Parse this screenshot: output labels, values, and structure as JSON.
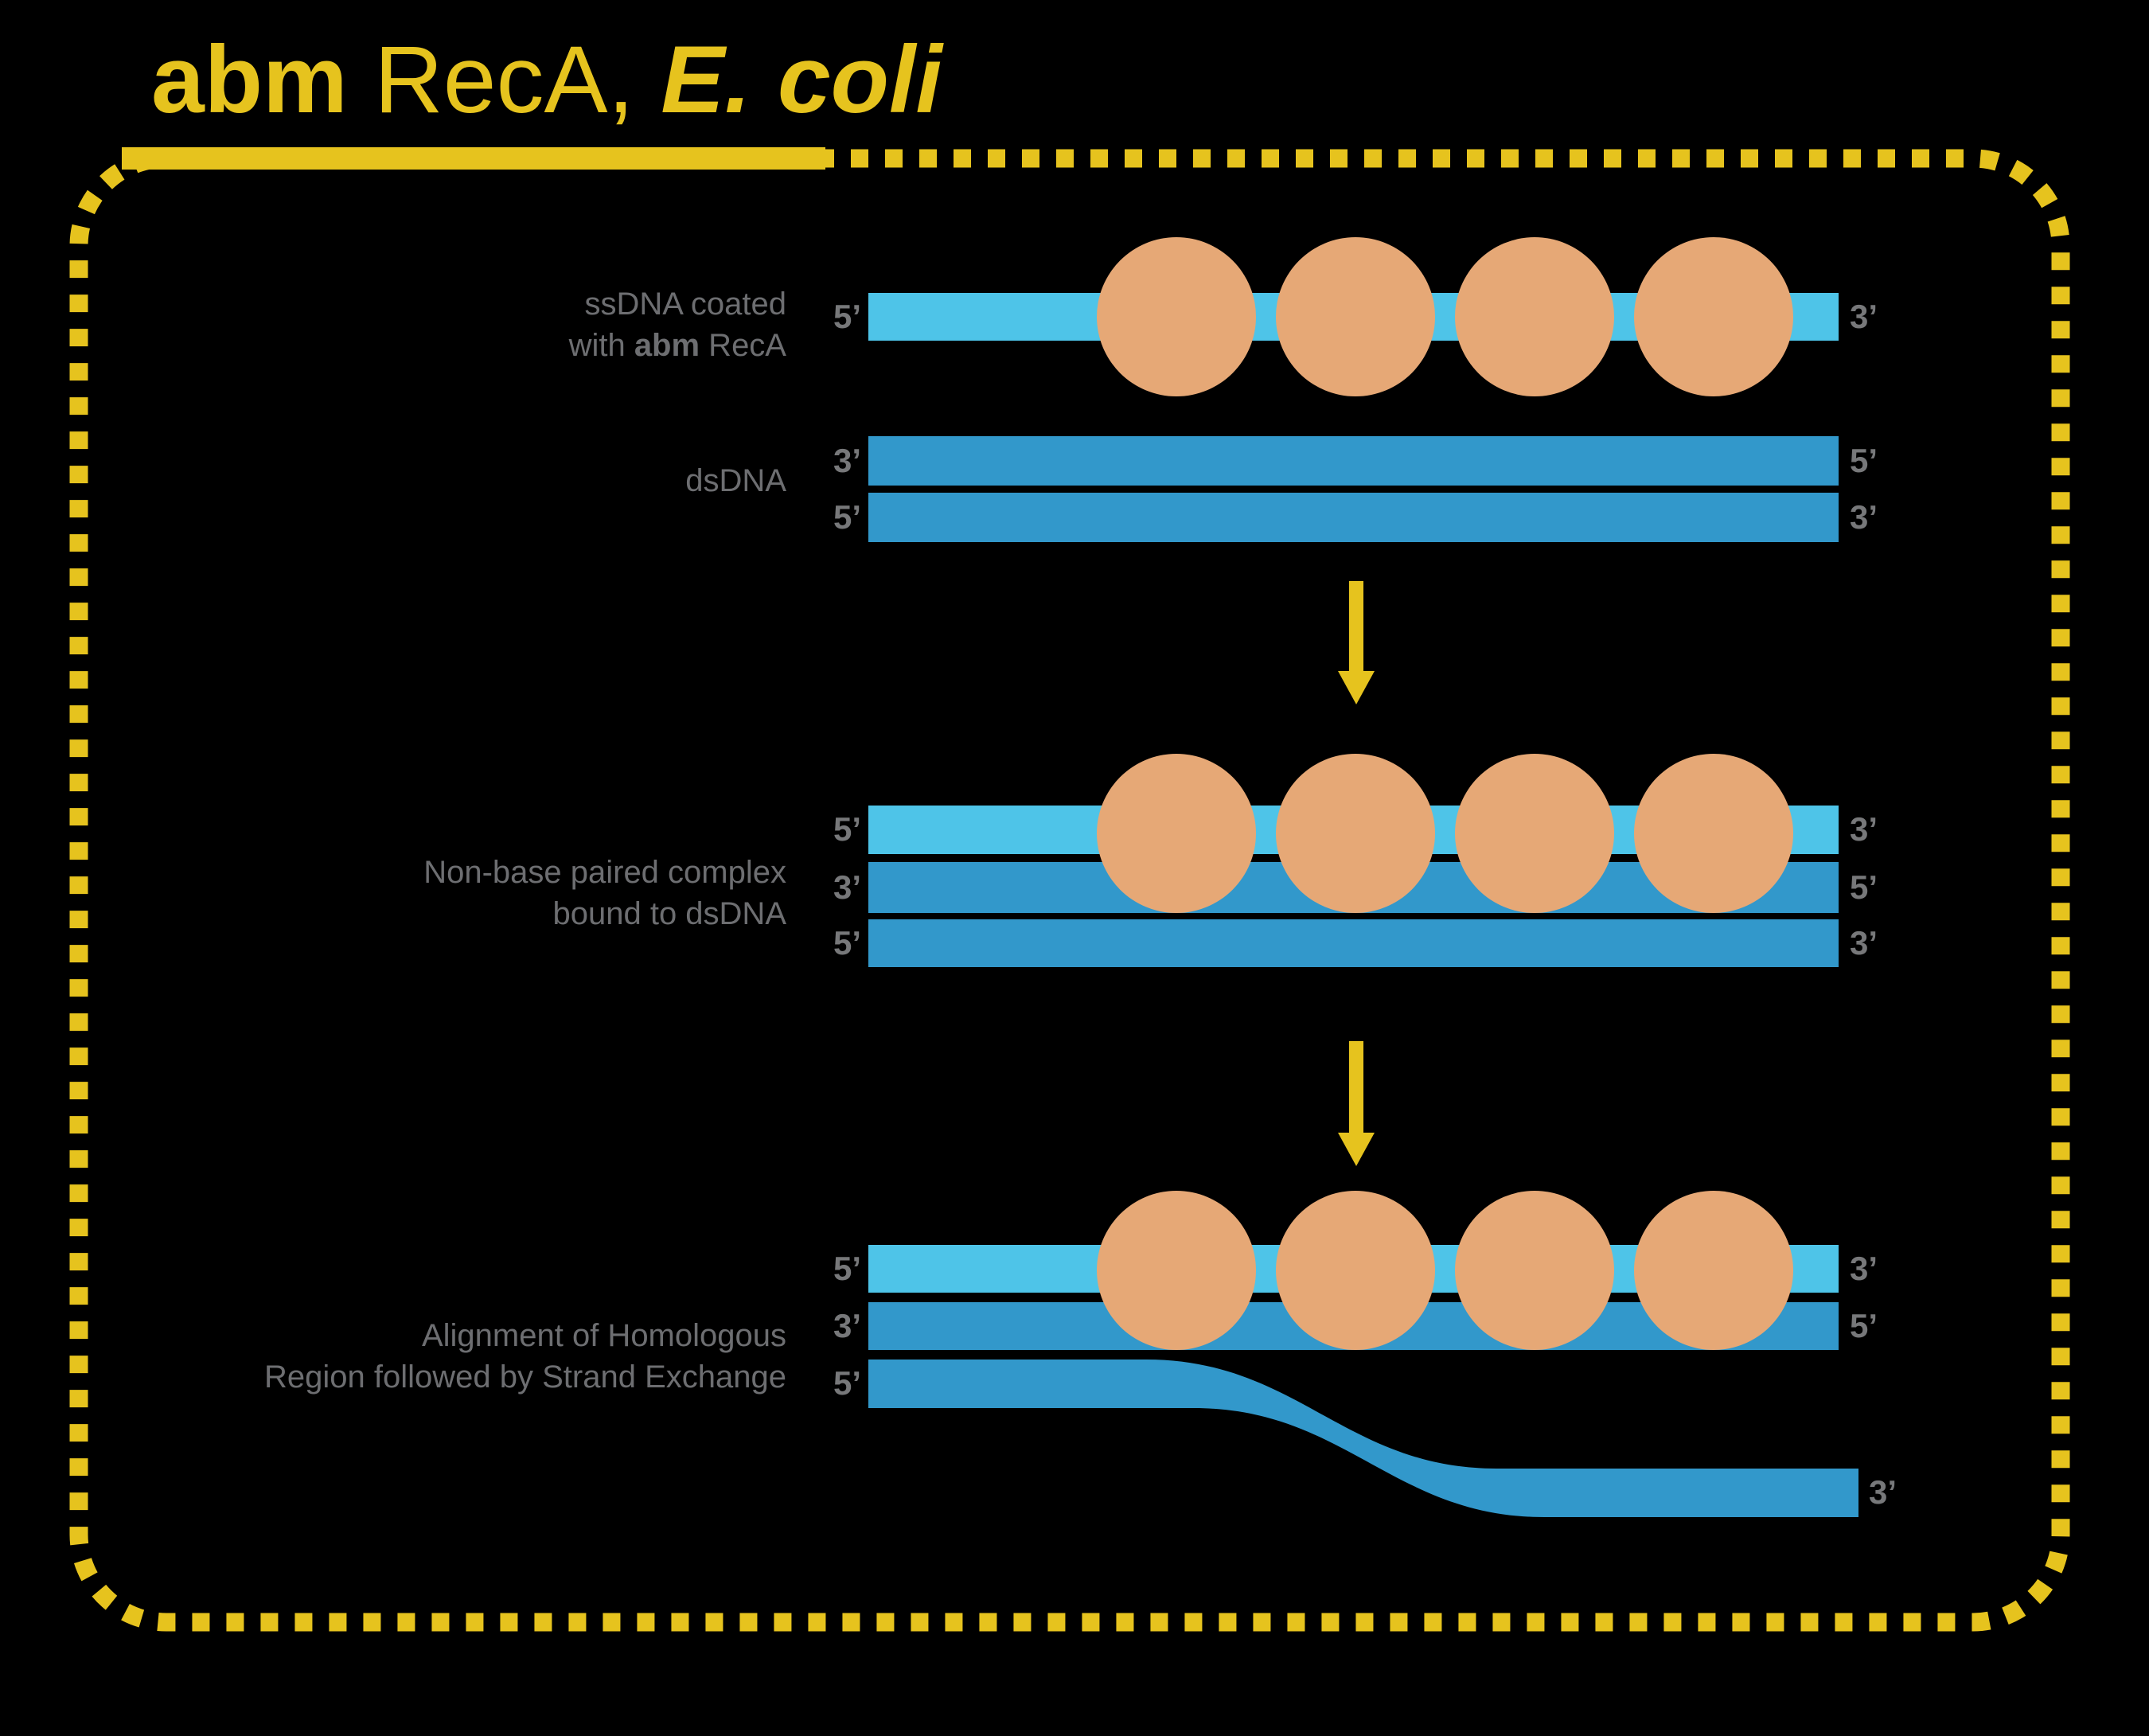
{
  "title": {
    "brand": "abm",
    "rest": " RecA, ",
    "organism": "E. coli"
  },
  "colors": {
    "background": "#000000",
    "accent_yellow": "#E6C31E",
    "ssdna_cyan": "#4EC4E8",
    "dsdna_blue": "#3298CB",
    "protein_tan": "#E6A876",
    "label_gray": "#6D6E71"
  },
  "arrows": {
    "direction": "down",
    "count": 2
  },
  "protein_circles_per_strand": 4,
  "stage1": {
    "label_line1": "ssDNA coated",
    "label_line2_pre": "with ",
    "label_line2_bold": "abm",
    "label_line2_post": " RecA",
    "ssdna": {
      "left_end": "5’",
      "right_end": "3’"
    },
    "dsdna_label": "dsDNA",
    "dsdna_top": {
      "left_end": "3’",
      "right_end": "5’"
    },
    "dsdna_bottom": {
      "left_end": "5’",
      "right_end": "3’"
    }
  },
  "stage2": {
    "label_line1": "Non-base paired complex",
    "label_line2": "bound to dsDNA",
    "strand_top": {
      "left_end": "5’",
      "right_end": "3’"
    },
    "strand_mid": {
      "left_end": "3’",
      "right_end": "5’"
    },
    "strand_bottom": {
      "left_end": "5’",
      "right_end": "3’"
    }
  },
  "stage3": {
    "label_line1": "Alignment of Homologous",
    "label_line2": "Region followed by Strand Exchange",
    "strand_top": {
      "left_end": "5’",
      "right_end": "3’"
    },
    "strand_mid": {
      "left_end": "3’",
      "right_end": "5’"
    },
    "strand_bottom": {
      "left_end": "5’",
      "right_end": "3’"
    }
  }
}
